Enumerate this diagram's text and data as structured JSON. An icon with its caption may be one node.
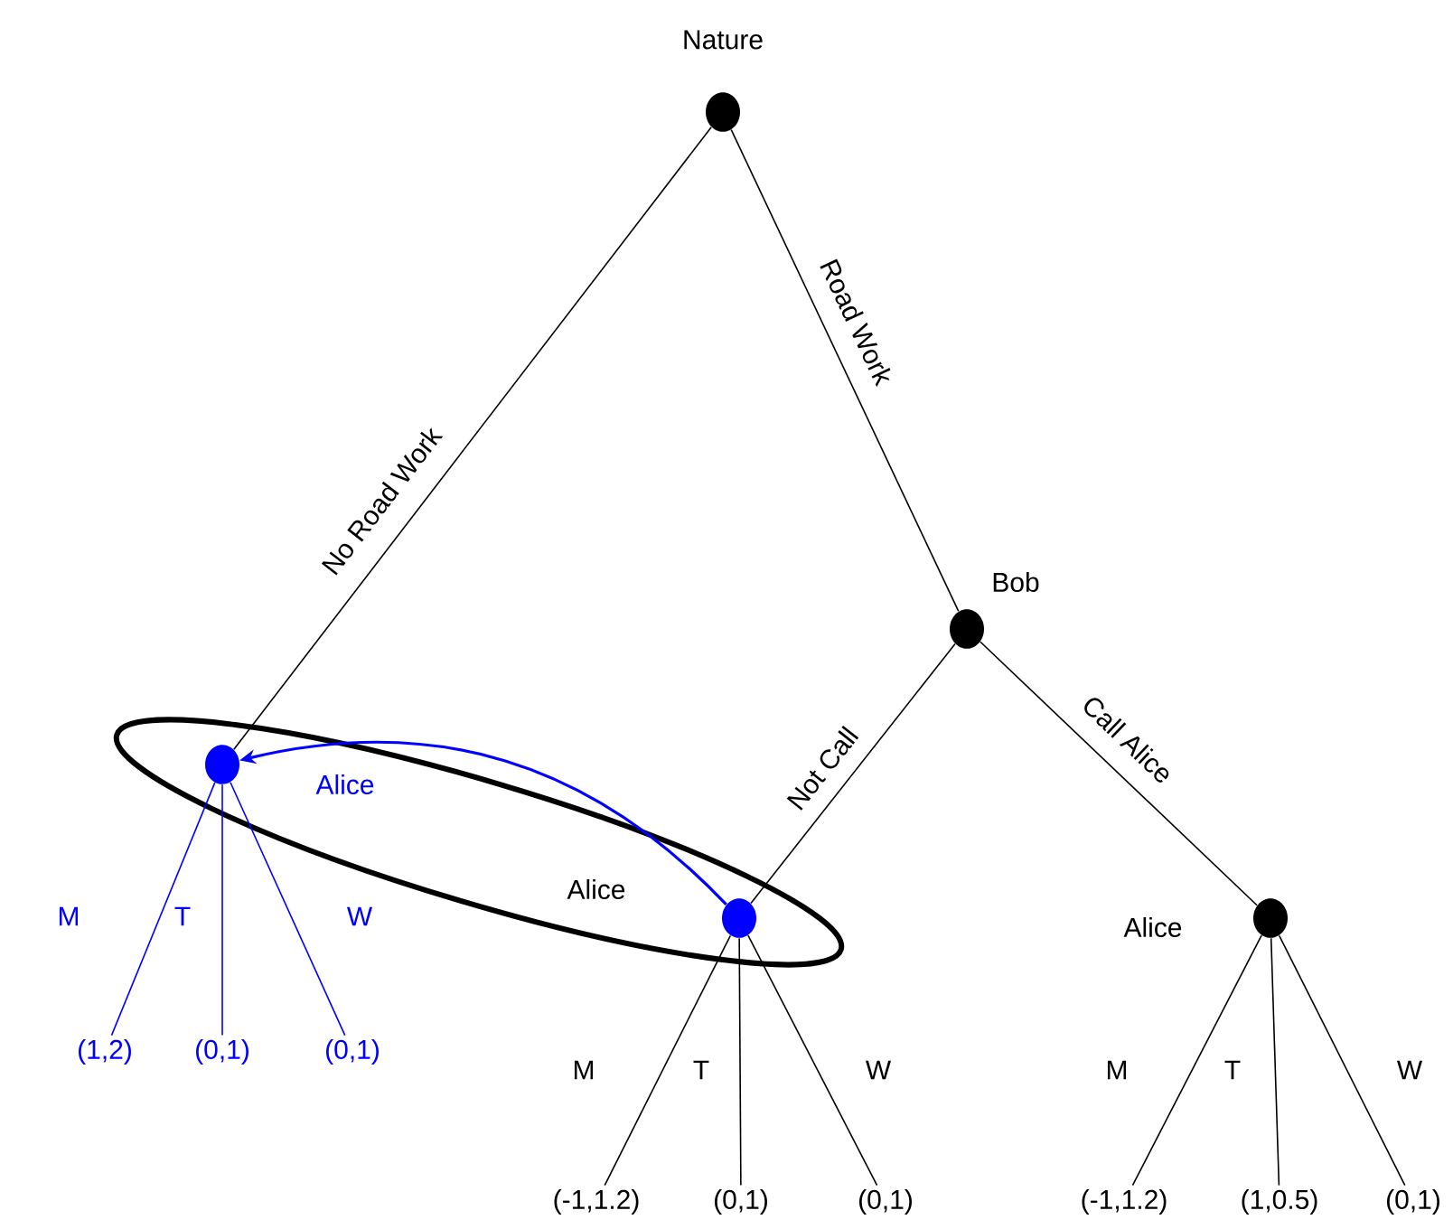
{
  "diagram": {
    "nodes": [
      {
        "text": [
          "Alice"
        ]
      },
      {
        "text": [],
        "shape": "circle",
        "beside": [
          "Nature"
        ]
      },
      {
        "text": [],
        "shape": "circle",
        "in": 0
      },
      {
        "text": [],
        "shape": "circle",
        "beside": [
          "Bob"
        ]
      },
      {
        "text": [],
        "shape": "circle",
        "in": 0
      },
      {
        "text": [],
        "shape": "circle",
        "beside": [
          "Alice"
        ]
      },
      {
        "text": [
          "(1,2)"
        ]
      },
      {
        "text": [
          "(0,1)"
        ]
      },
      {
        "text": [
          "(0,1)"
        ]
      },
      {
        "text": [
          "(-1,1.2)"
        ]
      },
      {
        "text": [
          "(0,1)"
        ]
      },
      {
        "text": [
          "(0,1)"
        ]
      },
      {
        "text": [
          "(-1,1.2)"
        ]
      },
      {
        "text": [
          "(1,0.5)"
        ]
      },
      {
        "text": [
          "(0,1)"
        ]
      }
    ],
    "edges": [
      {
        "from": 1,
        "to": 2,
        "arrow": "none",
        "label": "No Road Work"
      },
      {
        "from": 1,
        "to": 3,
        "arrow": "none",
        "label": "Road Work"
      },
      {
        "from": 3,
        "to": 4,
        "arrow": "none",
        "label": "Not Call"
      },
      {
        "from": 3,
        "to": 5,
        "arrow": "none",
        "label": "Call Alice"
      },
      {
        "from": 4,
        "to": 2,
        "arrow": "to",
        "label": "Alice",
        "color": "#0000ff"
      },
      {
        "from": 2,
        "to": 6,
        "arrow": "none",
        "label": "M",
        "color": "#0000ff"
      },
      {
        "from": 2,
        "to": 7,
        "arrow": "none",
        "label": "T",
        "color": "#0000ff"
      },
      {
        "from": 2,
        "to": 8,
        "arrow": "none",
        "label": "W",
        "color": "#0000ff"
      },
      {
        "from": 4,
        "to": 9,
        "arrow": "none",
        "label": "M"
      },
      {
        "from": 4,
        "to": 10,
        "arrow": "none",
        "label": "T"
      },
      {
        "from": 4,
        "to": 11,
        "arrow": "none",
        "label": "W"
      },
      {
        "from": 5,
        "to": 12,
        "arrow": "none",
        "label": "M"
      },
      {
        "from": 5,
        "to": 13,
        "arrow": "none",
        "label": "T"
      },
      {
        "from": 5,
        "to": 14,
        "arrow": "none",
        "label": "W"
      }
    ]
  }
}
